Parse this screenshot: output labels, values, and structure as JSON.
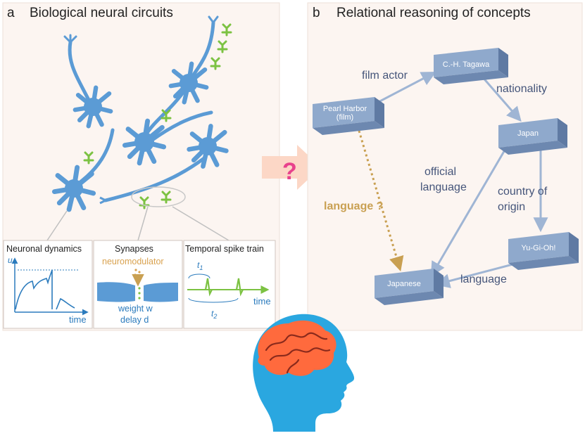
{
  "panel_a": {
    "letter": "a",
    "title": "Biological neural circuits",
    "insets": {
      "dynamics": {
        "title": "Neuronal dynamics",
        "y_axis": "u",
        "x_axis": "time"
      },
      "synapses": {
        "title": "Synapses",
        "modulator": "neuromodulator",
        "weight": "weight w",
        "delay": "delay d"
      },
      "spikes": {
        "title": "Temporal spike train",
        "t1": "t",
        "t1_sub": "1",
        "t2": "t",
        "t2_sub": "2",
        "x_axis": "time"
      }
    }
  },
  "question_mark": "?",
  "panel_b": {
    "letter": "b",
    "title": "Relational reasoning of concepts",
    "nodes": {
      "pearl_harbor_l1": "Pearl Harbor",
      "pearl_harbor_l2": "(film)",
      "tagawa": "C.-H. Tagawa",
      "japan": "Japan",
      "yugioh": "Yu-Gi-Oh!",
      "japanese": "Japanese"
    },
    "edges": {
      "film_actor": "film actor",
      "nationality": "nationality",
      "official_l1": "official",
      "official_l2": "language",
      "country_l1": "country of",
      "country_l2": "origin",
      "language": "language",
      "query": "language ?"
    }
  },
  "colors": {
    "neuron": "#5b9bd5",
    "synapse": "#7cc242",
    "node": "#8fa9cc",
    "edge": "#9fb5d4",
    "query": "#c9a052",
    "question": "#e8428c",
    "brain": "#ff6a3d",
    "head": "#2aa7e0",
    "panel_bg": "#fcf5f1"
  }
}
